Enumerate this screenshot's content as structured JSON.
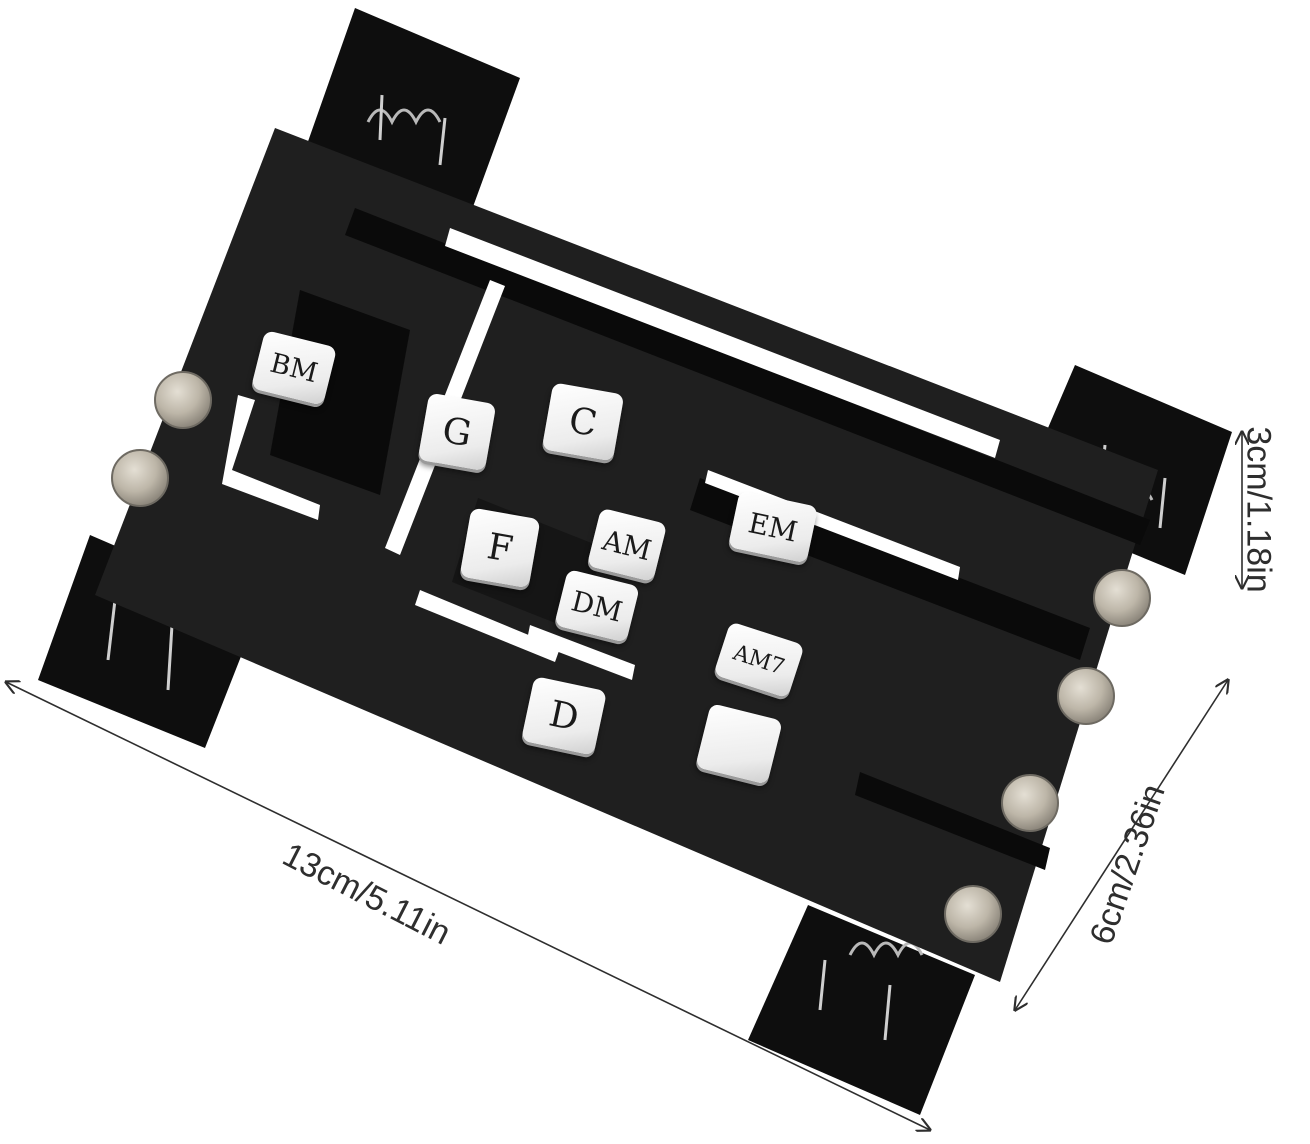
{
  "dimensions": {
    "width": "13cm/5.11in",
    "depth": "6cm/2.36in",
    "height": "3cm/1.18in"
  },
  "chord_keys": [
    "BM",
    "G",
    "C",
    "F",
    "AM",
    "EM",
    "DM",
    "AM7",
    "D",
    ""
  ],
  "colors": {
    "body": "#1f1f1f",
    "clip": "#0e0e0e",
    "key": "#f2f2f2",
    "screw": "#bdb6a8",
    "dimension_line": "#2e2e2e"
  }
}
